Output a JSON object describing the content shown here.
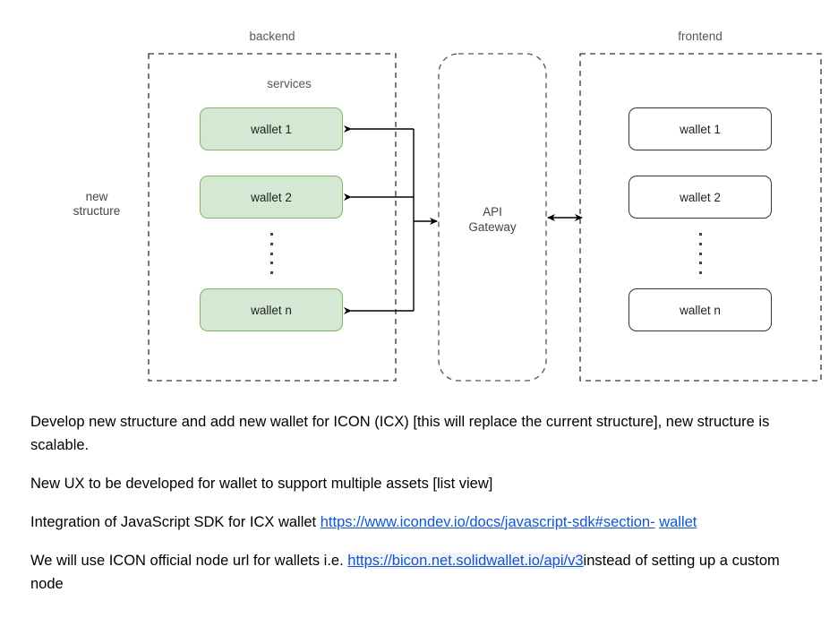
{
  "diagram": {
    "side_label": "new\nstructure",
    "zones": [
      {
        "name": "backend-zone",
        "label": "backend"
      },
      {
        "name": "gateway-zone",
        "label": ""
      },
      {
        "name": "frontend-zone",
        "label": "frontend"
      }
    ],
    "services_label": "services",
    "gateway_label": "API\nGateway",
    "backend_services": [
      {
        "label": "wallet 1"
      },
      {
        "label": "wallet 2"
      },
      {
        "label": "wallet n"
      }
    ],
    "frontend_wallets": [
      {
        "label": "wallet 1"
      },
      {
        "label": "wallet 2"
      },
      {
        "label": "wallet n"
      }
    ],
    "colors": {
      "service_fill": "#d5e8d4",
      "service_stroke": "#82b366",
      "wallet_fill": "#ffffff",
      "wallet_stroke": "#333333",
      "zone_stroke": "#333333",
      "connector": "#000000",
      "label_text": "#555555"
    }
  },
  "prose": {
    "p1": "Develop new structure and add new wallet for ICON (ICX) [this will replace the current structure], new structure is scalable.",
    "p2": "New UX to be developed for wallet to support multiple assets [list view]",
    "p3_prefix": "Integration of JavaScript SDK for ICX wallet ",
    "p3_link_a": "https://www.icondev.io/docs/javascript-sdk#section-",
    "p3_link_b": "wallet",
    "p4_prefix": "We will use ICON official node url for wallets i.e. ",
    "p4_link": "https://bicon.net.solidwallet.io/api/v3",
    "p4_suffix": "instead of setting up a custom node"
  }
}
